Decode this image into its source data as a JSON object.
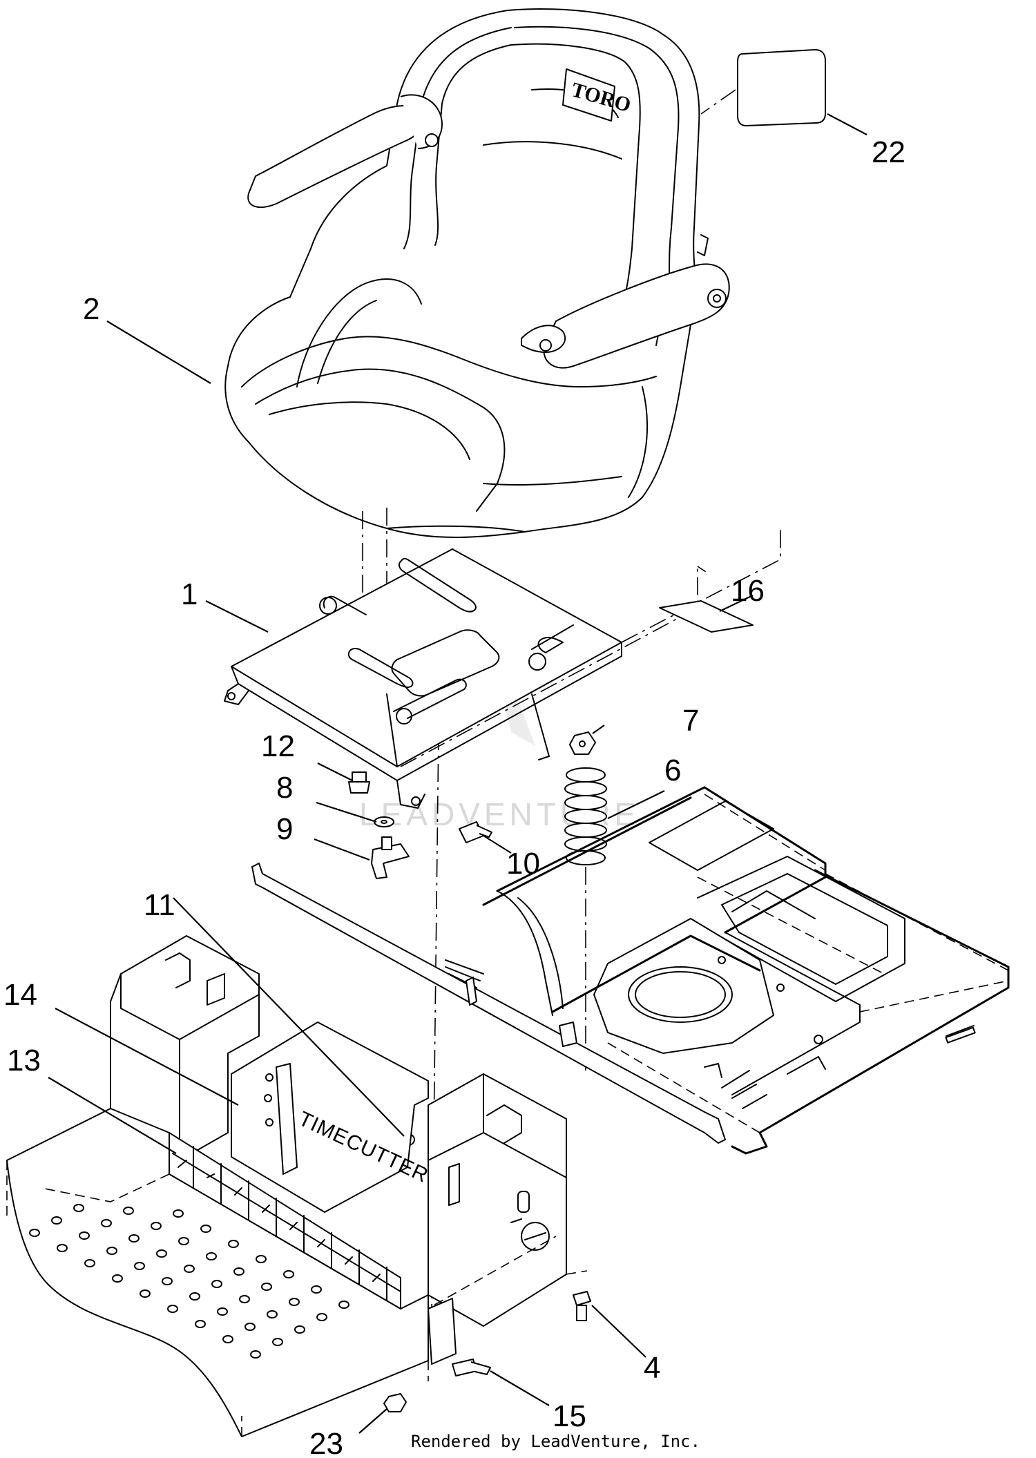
{
  "callouts": [
    {
      "id": "1",
      "label": "1"
    },
    {
      "id": "2",
      "label": "2"
    },
    {
      "id": "4",
      "label": "4"
    },
    {
      "id": "6",
      "label": "6"
    },
    {
      "id": "7",
      "label": "7"
    },
    {
      "id": "8",
      "label": "8"
    },
    {
      "id": "9",
      "label": "9"
    },
    {
      "id": "10",
      "label": "10"
    },
    {
      "id": "11",
      "label": "11"
    },
    {
      "id": "12",
      "label": "12"
    },
    {
      "id": "13",
      "label": "13"
    },
    {
      "id": "14",
      "label": "14"
    },
    {
      "id": "15",
      "label": "15"
    },
    {
      "id": "16",
      "label": "16"
    },
    {
      "id": "22",
      "label": "22"
    },
    {
      "id": "23",
      "label": "23"
    }
  ],
  "seat_brand": "TORO",
  "console_decal": "TIMECUTTER",
  "footer_credit": "Rendered by LeadVenture, Inc.",
  "watermark": "LEADVENTURE",
  "colors": {
    "line": "#000000",
    "background": "#ffffff",
    "watermark": "#d8d8d8"
  }
}
